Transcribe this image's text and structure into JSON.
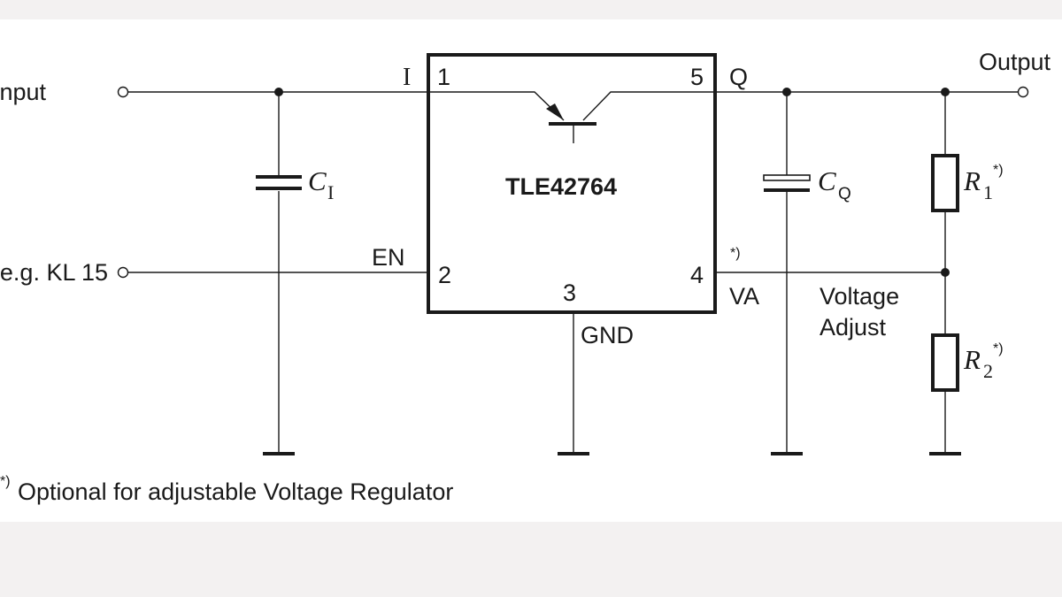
{
  "diagram": {
    "ic_name": "TLE42764",
    "terminals": {
      "input": "Input",
      "enable": "e.g. KL 15",
      "output": "Output"
    },
    "pins": {
      "i_label": "I",
      "pin1": "1",
      "q_label": "Q",
      "pin5": "5",
      "en_label": "EN",
      "pin2": "2",
      "pin3": "3",
      "gnd_label": "GND",
      "pin4": "4",
      "va_label": "VA",
      "pin4_mark": "*)"
    },
    "components": {
      "ci": {
        "letter": "C",
        "sub": "I"
      },
      "cq": {
        "letter": "C",
        "sub": "Q"
      },
      "r1": {
        "letter": "R",
        "sub": "1",
        "mark": "*)"
      },
      "r2": {
        "letter": "R",
        "sub": "2",
        "mark": "*)"
      }
    },
    "voltage_adjust": {
      "line1": "Voltage",
      "line2": "Adjust"
    },
    "footnote": {
      "mark": "*)",
      "text": "Optional for adjustable Voltage Regulator"
    }
  }
}
